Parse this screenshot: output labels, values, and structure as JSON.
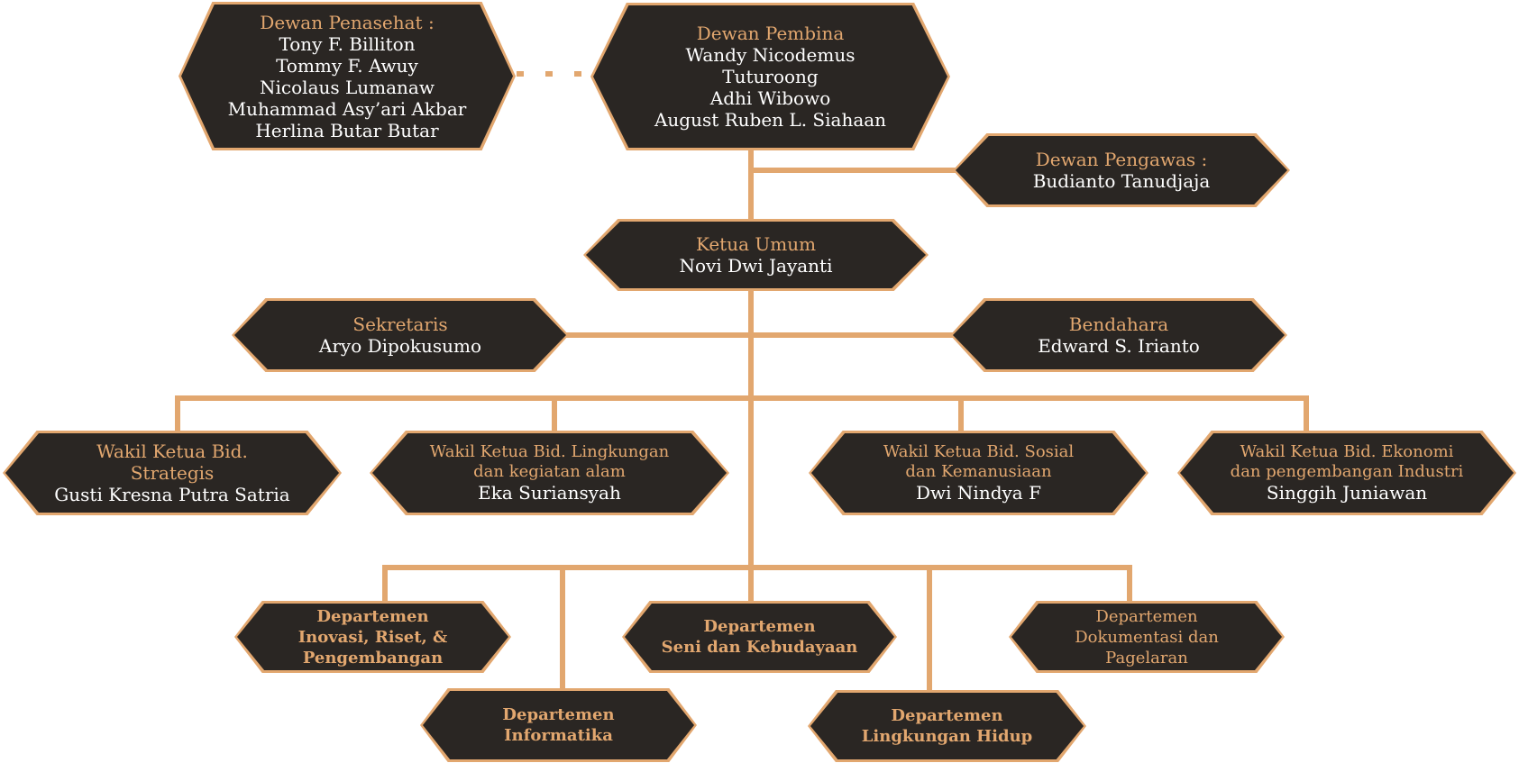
{
  "colors": {
    "accent": "#e2a76f",
    "box_fill": "#2a2623",
    "name_text": "#ffffff",
    "background": "#ffffff"
  },
  "dewan_penasehat": {
    "title": "Dewan Penasehat :",
    "members": [
      "Tony F. Billiton",
      "Tommy F. Awuy",
      "Nicolaus Lumanaw",
      "Muhammad Asy’ari Akbar",
      "Herlina Butar Butar"
    ]
  },
  "dewan_pembina": {
    "title": "Dewan Pembina",
    "members": [
      "Wandy Nicodemus",
      "Tuturoong",
      "Adhi Wibowo",
      "August Ruben L. Siahaan"
    ]
  },
  "dewan_pengawas": {
    "title": "Dewan Pengawas :",
    "name": "Budianto Tanudjaja"
  },
  "ketua_umum": {
    "title": "Ketua Umum",
    "name": "Novi  Dwi Jayanti"
  },
  "sekretaris": {
    "title": "Sekretaris",
    "name": "Aryo Dipokusumo"
  },
  "bendahara": {
    "title": "Bendahara",
    "name": "Edward S. Irianto"
  },
  "wakil_ketua": [
    {
      "title_lines": [
        "Wakil Ketua Bid.",
        "Strategis"
      ],
      "name": "Gusti Kresna Putra Satria"
    },
    {
      "title_lines": [
        "Wakil Ketua Bid. Lingkungan",
        "dan kegiatan alam"
      ],
      "name": "Eka Suriansyah"
    },
    {
      "title_lines": [
        "Wakil Ketua Bid. Sosial",
        "dan Kemanusiaan"
      ],
      "name": "Dwi Nindya F"
    },
    {
      "title_lines": [
        "Wakil Ketua Bid. Ekonomi",
        "dan pengembangan Industri"
      ],
      "name": "Singgih Juniawan"
    }
  ],
  "departemen": [
    {
      "lines": [
        "Departemen",
        "Inovasi, Riset, &",
        "Pengembangan"
      ]
    },
    {
      "lines": [
        "Departemen",
        "Seni dan Kebudayaan"
      ]
    },
    {
      "lines": [
        "Departemen",
        "Dokumentasi dan",
        "Pagelaran"
      ]
    },
    {
      "lines": [
        "Departemen",
        "Informatika"
      ]
    },
    {
      "lines": [
        "Departemen",
        "Lingkungan Hidup"
      ]
    }
  ]
}
